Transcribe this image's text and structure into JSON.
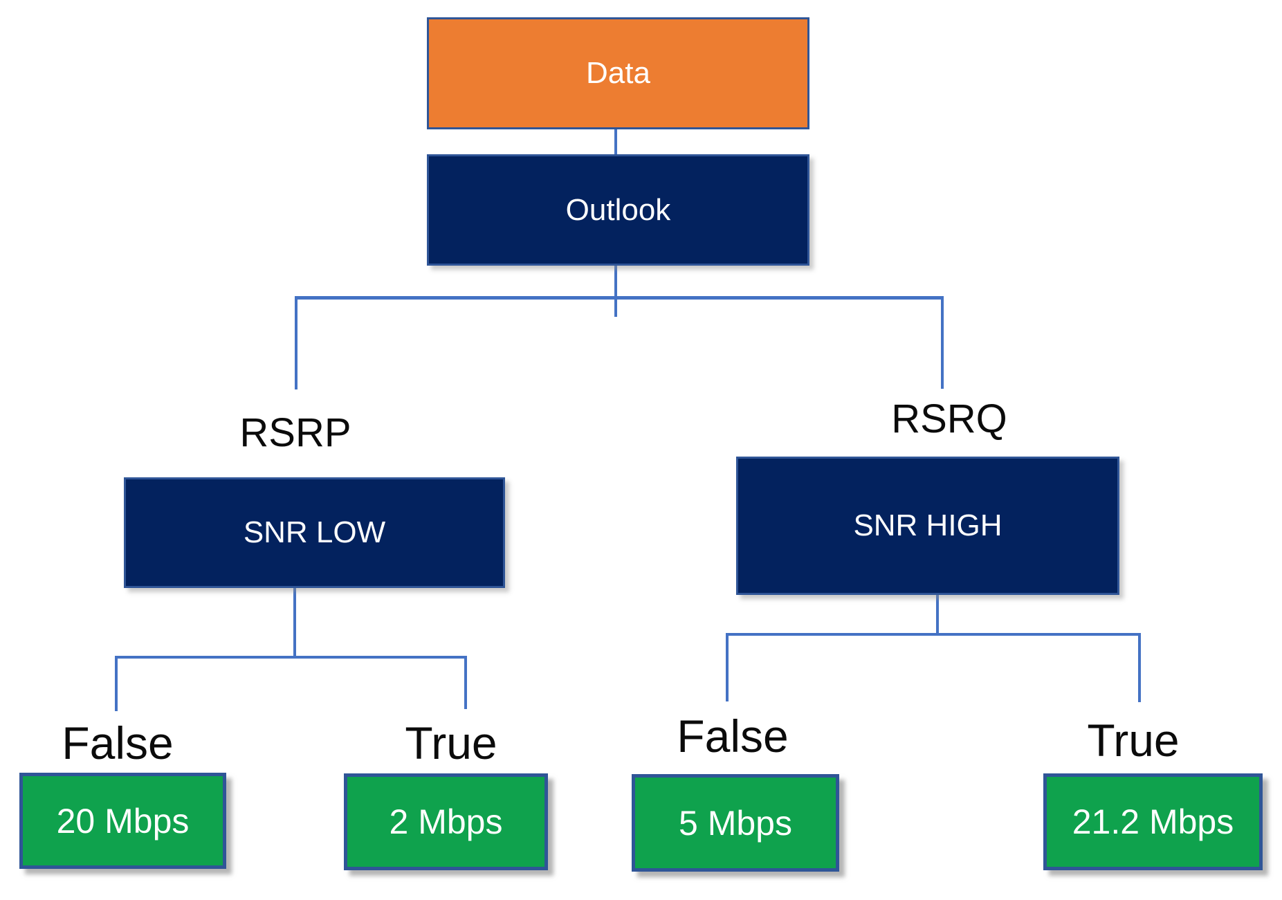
{
  "colors": {
    "navy": "#03225E",
    "orange": "#ED7D31",
    "green": "#0FA24D",
    "border_blue": "#2F5597",
    "connector_blue": "#4472C4",
    "label_black": "#0B0B0B",
    "white": "#FFFFFF"
  },
  "tree": {
    "root": {
      "label": "Data"
    },
    "feature": {
      "label": "Outlook"
    },
    "branches": [
      {
        "split_label": "RSRP",
        "condition": "SNR LOW",
        "outcomes": [
          {
            "label": "False",
            "value": "20 Mbps"
          },
          {
            "label": "True",
            "value": "2 Mbps"
          }
        ]
      },
      {
        "split_label": "RSRQ",
        "condition": "SNR HIGH",
        "outcomes": [
          {
            "label": "False",
            "value": "5 Mbps"
          },
          {
            "label": "True",
            "value": "21.2 Mbps"
          }
        ]
      }
    ]
  }
}
